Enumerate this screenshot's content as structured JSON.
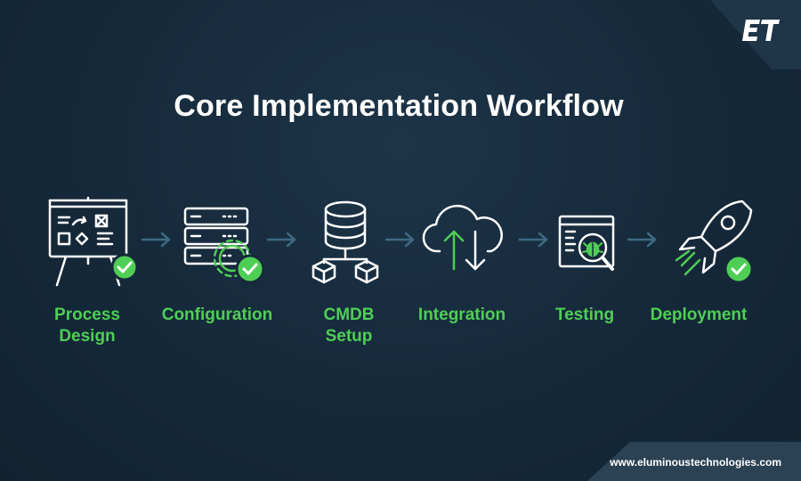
{
  "brand": {
    "logo_text": "ET",
    "website": "www.eluminoustechnologies.com"
  },
  "title": "Core Implementation Workflow",
  "steps": [
    {
      "label_line1": "Process",
      "label_line2": "Design",
      "icon": "process-design-icon",
      "checked": true
    },
    {
      "label_line1": "Configuration",
      "label_line2": "",
      "icon": "configuration-icon",
      "checked": true
    },
    {
      "label_line1": "CMDB",
      "label_line2": "Setup",
      "icon": "cmdb-icon",
      "checked": false
    },
    {
      "label_line1": "Integration",
      "label_line2": "",
      "icon": "integration-icon",
      "checked": false
    },
    {
      "label_line1": "Testing",
      "label_line2": "",
      "icon": "testing-icon",
      "checked": false
    },
    {
      "label_line1": "Deployment",
      "label_line2": "",
      "icon": "deployment-icon",
      "checked": true
    }
  ],
  "colors": {
    "accent": "#4fce55",
    "background": "#15293a",
    "icon_stroke": "#ffffff",
    "arrow": "#3d6a82"
  }
}
